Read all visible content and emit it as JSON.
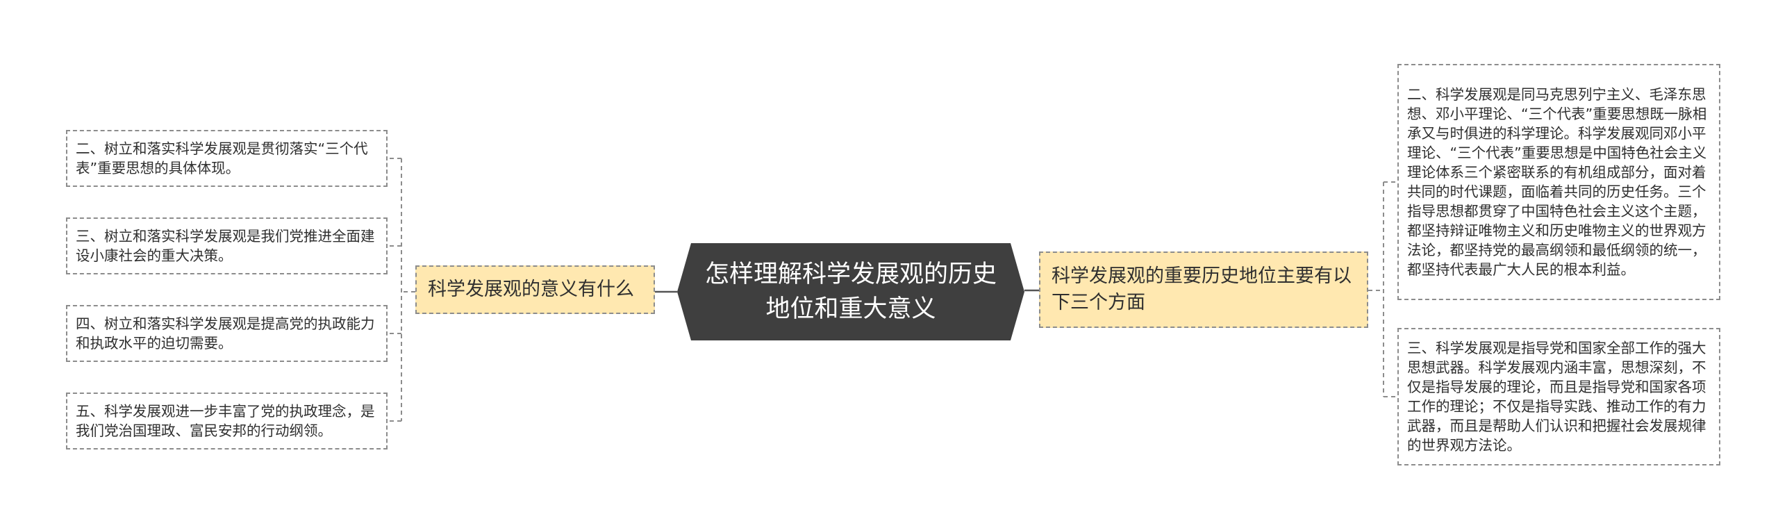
{
  "mindmap": {
    "root": {
      "text": "怎样理解科学发展观的历史地位和重大意义"
    },
    "left_branch": {
      "text": "科学发展观的意义有什么",
      "children": [
        {
          "text": "二、树立和落实科学发展观是贯彻落实“三个代表”重要思想的具体体现。"
        },
        {
          "text": "三、树立和落实科学发展观是我们党推进全面建设小康社会的重大决策。"
        },
        {
          "text": "四、树立和落实科学发展观是提高党的执政能力和执政水平的迫切需要。"
        },
        {
          "text": "五、科学发展观进一步丰富了党的执政理念，是我们党治国理政、富民安邦的行动纲领。"
        }
      ]
    },
    "right_branch": {
      "text": "科学发展观的重要历史地位主要有以下三个方面",
      "children": [
        {
          "text": "二、科学发展观是同马克思列宁主义、毛泽东思想、邓小平理论、“三个代表”重要思想既一脉相承又与时俱进的科学理论。科学发展观同邓小平理论、“三个代表”重要思想是中国特色社会主义理论体系三个紧密联系的有机组成部分，面对着共同的时代课题，面临着共同的历史任务。三个指导思想都贯穿了中国特色社会主义这个主题，都坚持辩证唯物主义和历史唯物主义的世界观方法论，都坚持党的最高纲领和最低纲领的统一，都坚持代表最广大人民的根本利益。"
        },
        {
          "text": "三、科学发展观是指导党和国家全部工作的强大思想武器。科学发展观内涵丰富，思想深刻，不仅是指导发展的理论，而且是指导党和国家各项工作的理论；不仅是指导实践、推动工作的有力武器，而且是帮助人们认识和把握社会发展规律的世界观方法论。"
        }
      ]
    }
  },
  "colors": {
    "root_fill": "#3f3f3f",
    "root_text": "#ffffff",
    "branch_fill": "#ffe8b0",
    "border": "#8c8c8c",
    "line": "#555555",
    "text": "#2f2f2f"
  }
}
